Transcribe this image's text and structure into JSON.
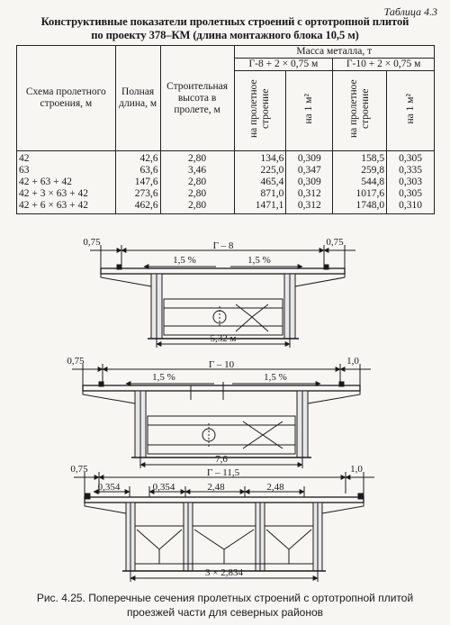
{
  "table_number": "Таблица 4.3",
  "title_line1": "Конструктивные показатели пролетных строений с ортотропной плитой",
  "title_line2": "по проекту 378–КМ (длина монтажного блока 10,5 м)",
  "headers": {
    "scheme": "Схема пролетного строения, м",
    "full_length": "Полная длина, м",
    "height": "Строительная высота в пролете, м",
    "metal_mass": "Масса металла, т",
    "g8": "Г-8 + 2 × 0,75 м",
    "g10": "Г-10 + 2 × 0,75 м",
    "on_span": "на пролетное строение",
    "per_m2": "на 1 м²",
    "on_span2": "на пролетное строение",
    "per_m2_2": "на 1 м²"
  },
  "rows": [
    {
      "scheme": "42",
      "length": "42,6",
      "height": "2,80",
      "g8_total": "134,6",
      "g8_m2": "0,309",
      "g10_total": "158,5",
      "g10_m2": "0,305"
    },
    {
      "scheme": "63",
      "length": "63,6",
      "height": "3,46",
      "g8_total": "225,0",
      "g8_m2": "0,347",
      "g10_total": "259,8",
      "g10_m2": "0,335"
    },
    {
      "scheme": "42 + 63 + 42",
      "length": "147,6",
      "height": "2,80",
      "g8_total": "465,4",
      "g8_m2": "0,309",
      "g10_total": "544,8",
      "g10_m2": "0,303"
    },
    {
      "scheme": "42 + 3 × 63 + 42",
      "length": "273,6",
      "height": "2,80",
      "g8_total": "871,0",
      "g8_m2": "0,312",
      "g10_total": "1017,6",
      "g10_m2": "0,305"
    },
    {
      "scheme": "42 + 6 × 63 + 42",
      "length": "462,6",
      "height": "2,80",
      "g8_total": "1471,1",
      "g8_m2": "0,312",
      "g10_total": "1748,0",
      "g10_m2": "0,310"
    }
  ],
  "drawings": {
    "d1": {
      "gab": "Г – 8",
      "left": "0,75",
      "right": "0,75",
      "slope_l": "1,5 %",
      "slope_r": "1,5 %",
      "dim": "5,32 м"
    },
    "d2": {
      "gab": "Г – 10",
      "left": "0,75",
      "right": "1,0",
      "slope_l": "1,5 %",
      "slope_r": "1,5 %",
      "dim": "7,6"
    },
    "d3": {
      "gab": "Г – 11,5",
      "left": "0,75",
      "right": "1,0",
      "s1": "0,354",
      "s2": "0,354",
      "s3": "2,48",
      "s4": "2,48",
      "dim": "3 × 2,834"
    }
  },
  "figure_caption_line1": "Рис. 4.25. Поперечные сечения пролетных строений с ортотропной плитой",
  "figure_caption_line2": "проезжей части для северных районов"
}
